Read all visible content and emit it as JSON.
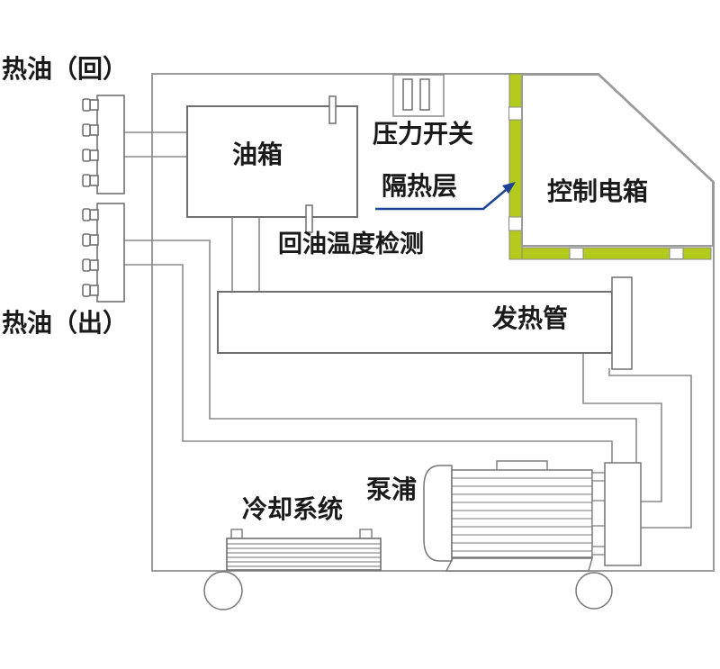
{
  "labels": {
    "hot_oil_return": "热油（回）",
    "hot_oil_out": "热油（出）",
    "oil_tank": "油箱",
    "pressure_switch": "压力开关",
    "insulation_layer": "隔热层",
    "return_oil_temp": "回油温度检测",
    "heating_tube": "发热管",
    "control_box": "控制电箱",
    "cooling_system": "冷却系统",
    "pump": "泵浦"
  },
  "colors": {
    "insulation_green": "#b4ca1c",
    "arrow_blue": "#1e4396",
    "outline_gray": "#8e8e8e",
    "box_gray": "#6f6f6f",
    "text_black": "#1a1a1a"
  }
}
